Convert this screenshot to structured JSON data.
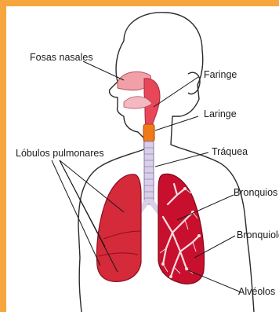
{
  "labels": {
    "fosas_nasales": "Fosas nasales",
    "faringe": "Faringe",
    "laringe": "Laringe",
    "lobulos_pulmonares": "Lóbulos pulmonares",
    "traquea": "Tráquea",
    "bronquios": "Bronquios",
    "bronquiolos": "Bronquiolos",
    "alveolos": "Alvéolos"
  },
  "colors": {
    "border": "#f6a63d",
    "lung_left": "#d42a3a",
    "lung_right": "#c8102e",
    "trachea": "#d9cfe9",
    "larynx": "#f07a1a",
    "nasal": "#f2a0a8"
  }
}
